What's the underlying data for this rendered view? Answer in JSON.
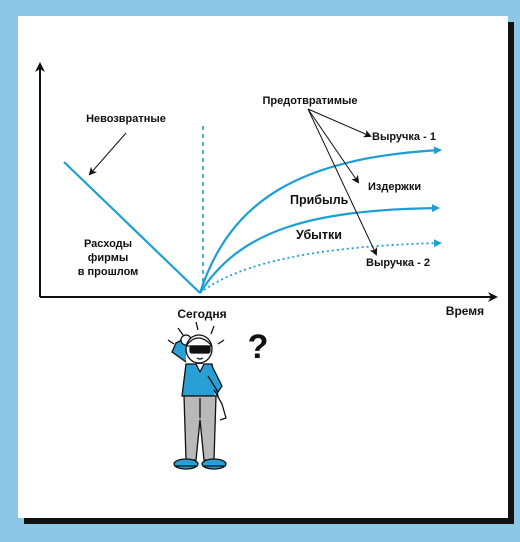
{
  "colors": {
    "background": "#8cc8e6",
    "panel": "#ffffff",
    "curve": "#1d9fd6",
    "ink": "#111111",
    "shirt": "#2a9fd6",
    "pants": "#b9b9b9"
  },
  "labels": {
    "sunk": "Невозвратные",
    "past_costs": [
      "Расходы",
      "фирмы",
      "в прошлом"
    ],
    "avoidable": "Предотвратимые",
    "revenue1": "Выручка - 1",
    "costs": "Издержки",
    "profit": "Прибыль",
    "losses": "Убытки",
    "revenue2": "Выручка - 2",
    "today": "Сегодня",
    "time": "Время",
    "question": "?"
  },
  "icons": {
    "character": "confused-person-icon"
  }
}
